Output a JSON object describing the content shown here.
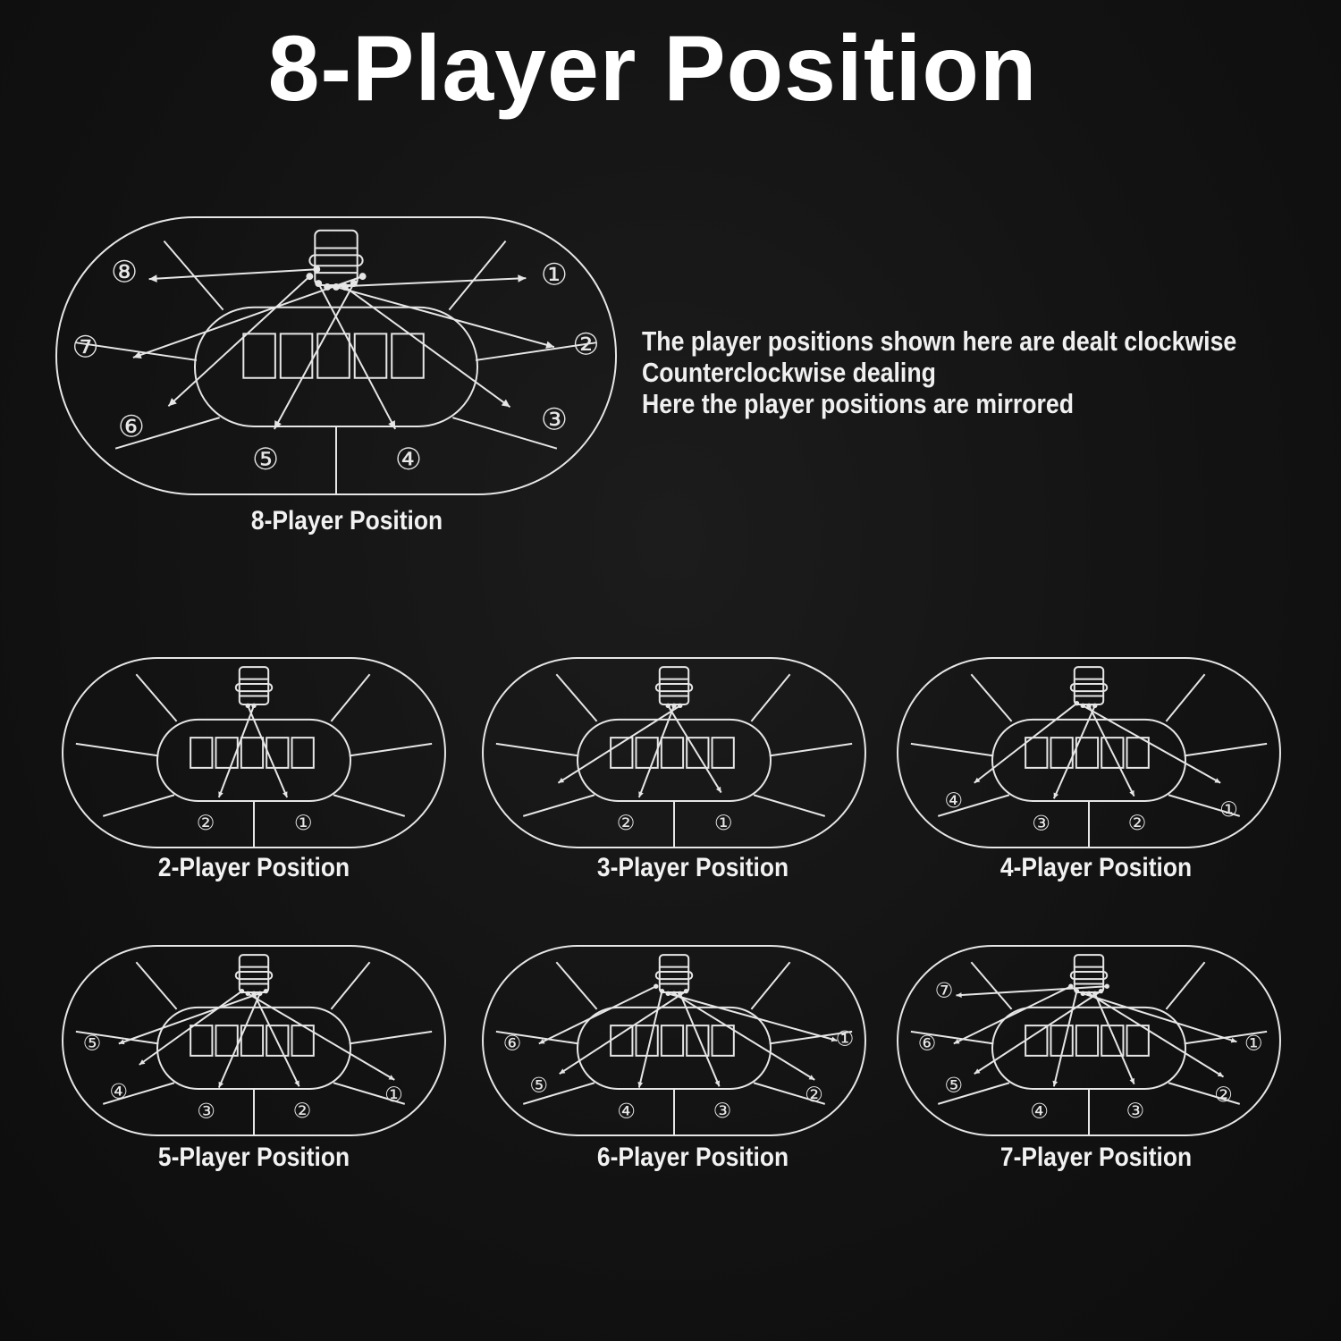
{
  "title": "8-Player Position",
  "notes": [
    "The player positions shown here are dealt clockwise",
    "Counterclockwise dealing",
    "Here the player positions are mirrored"
  ],
  "colors": {
    "background": "#141414",
    "line": "#e6e6e6",
    "text": "#ffffff"
  },
  "tables": [
    {
      "id": "eight",
      "caption": "8-Player Position",
      "players": 8,
      "seats": [
        "①",
        "②",
        "③",
        "④",
        "⑤",
        "⑥",
        "⑦",
        "⑧"
      ]
    },
    {
      "id": "two",
      "caption": "2-Player Position",
      "players": 2,
      "seats": [
        "①",
        "②"
      ]
    },
    {
      "id": "three",
      "caption": "3-Player Position",
      "players": 3,
      "seats": [
        "①",
        "②"
      ]
    },
    {
      "id": "four",
      "caption": "4-Player Position",
      "players": 4,
      "seats": [
        "①",
        "②",
        "③",
        "④"
      ]
    },
    {
      "id": "five",
      "caption": "5-Player Position",
      "players": 5,
      "seats": [
        "①",
        "②",
        "③",
        "④",
        "⑤"
      ]
    },
    {
      "id": "six",
      "caption": "6-Player Position",
      "players": 6,
      "seats": [
        "①",
        "②",
        "③",
        "④",
        "⑤",
        "⑥"
      ]
    },
    {
      "id": "seven",
      "caption": "7-Player Position",
      "players": 7,
      "seats": [
        "①",
        "②",
        "③",
        "④",
        "⑤",
        "⑥",
        "⑦"
      ]
    }
  ]
}
